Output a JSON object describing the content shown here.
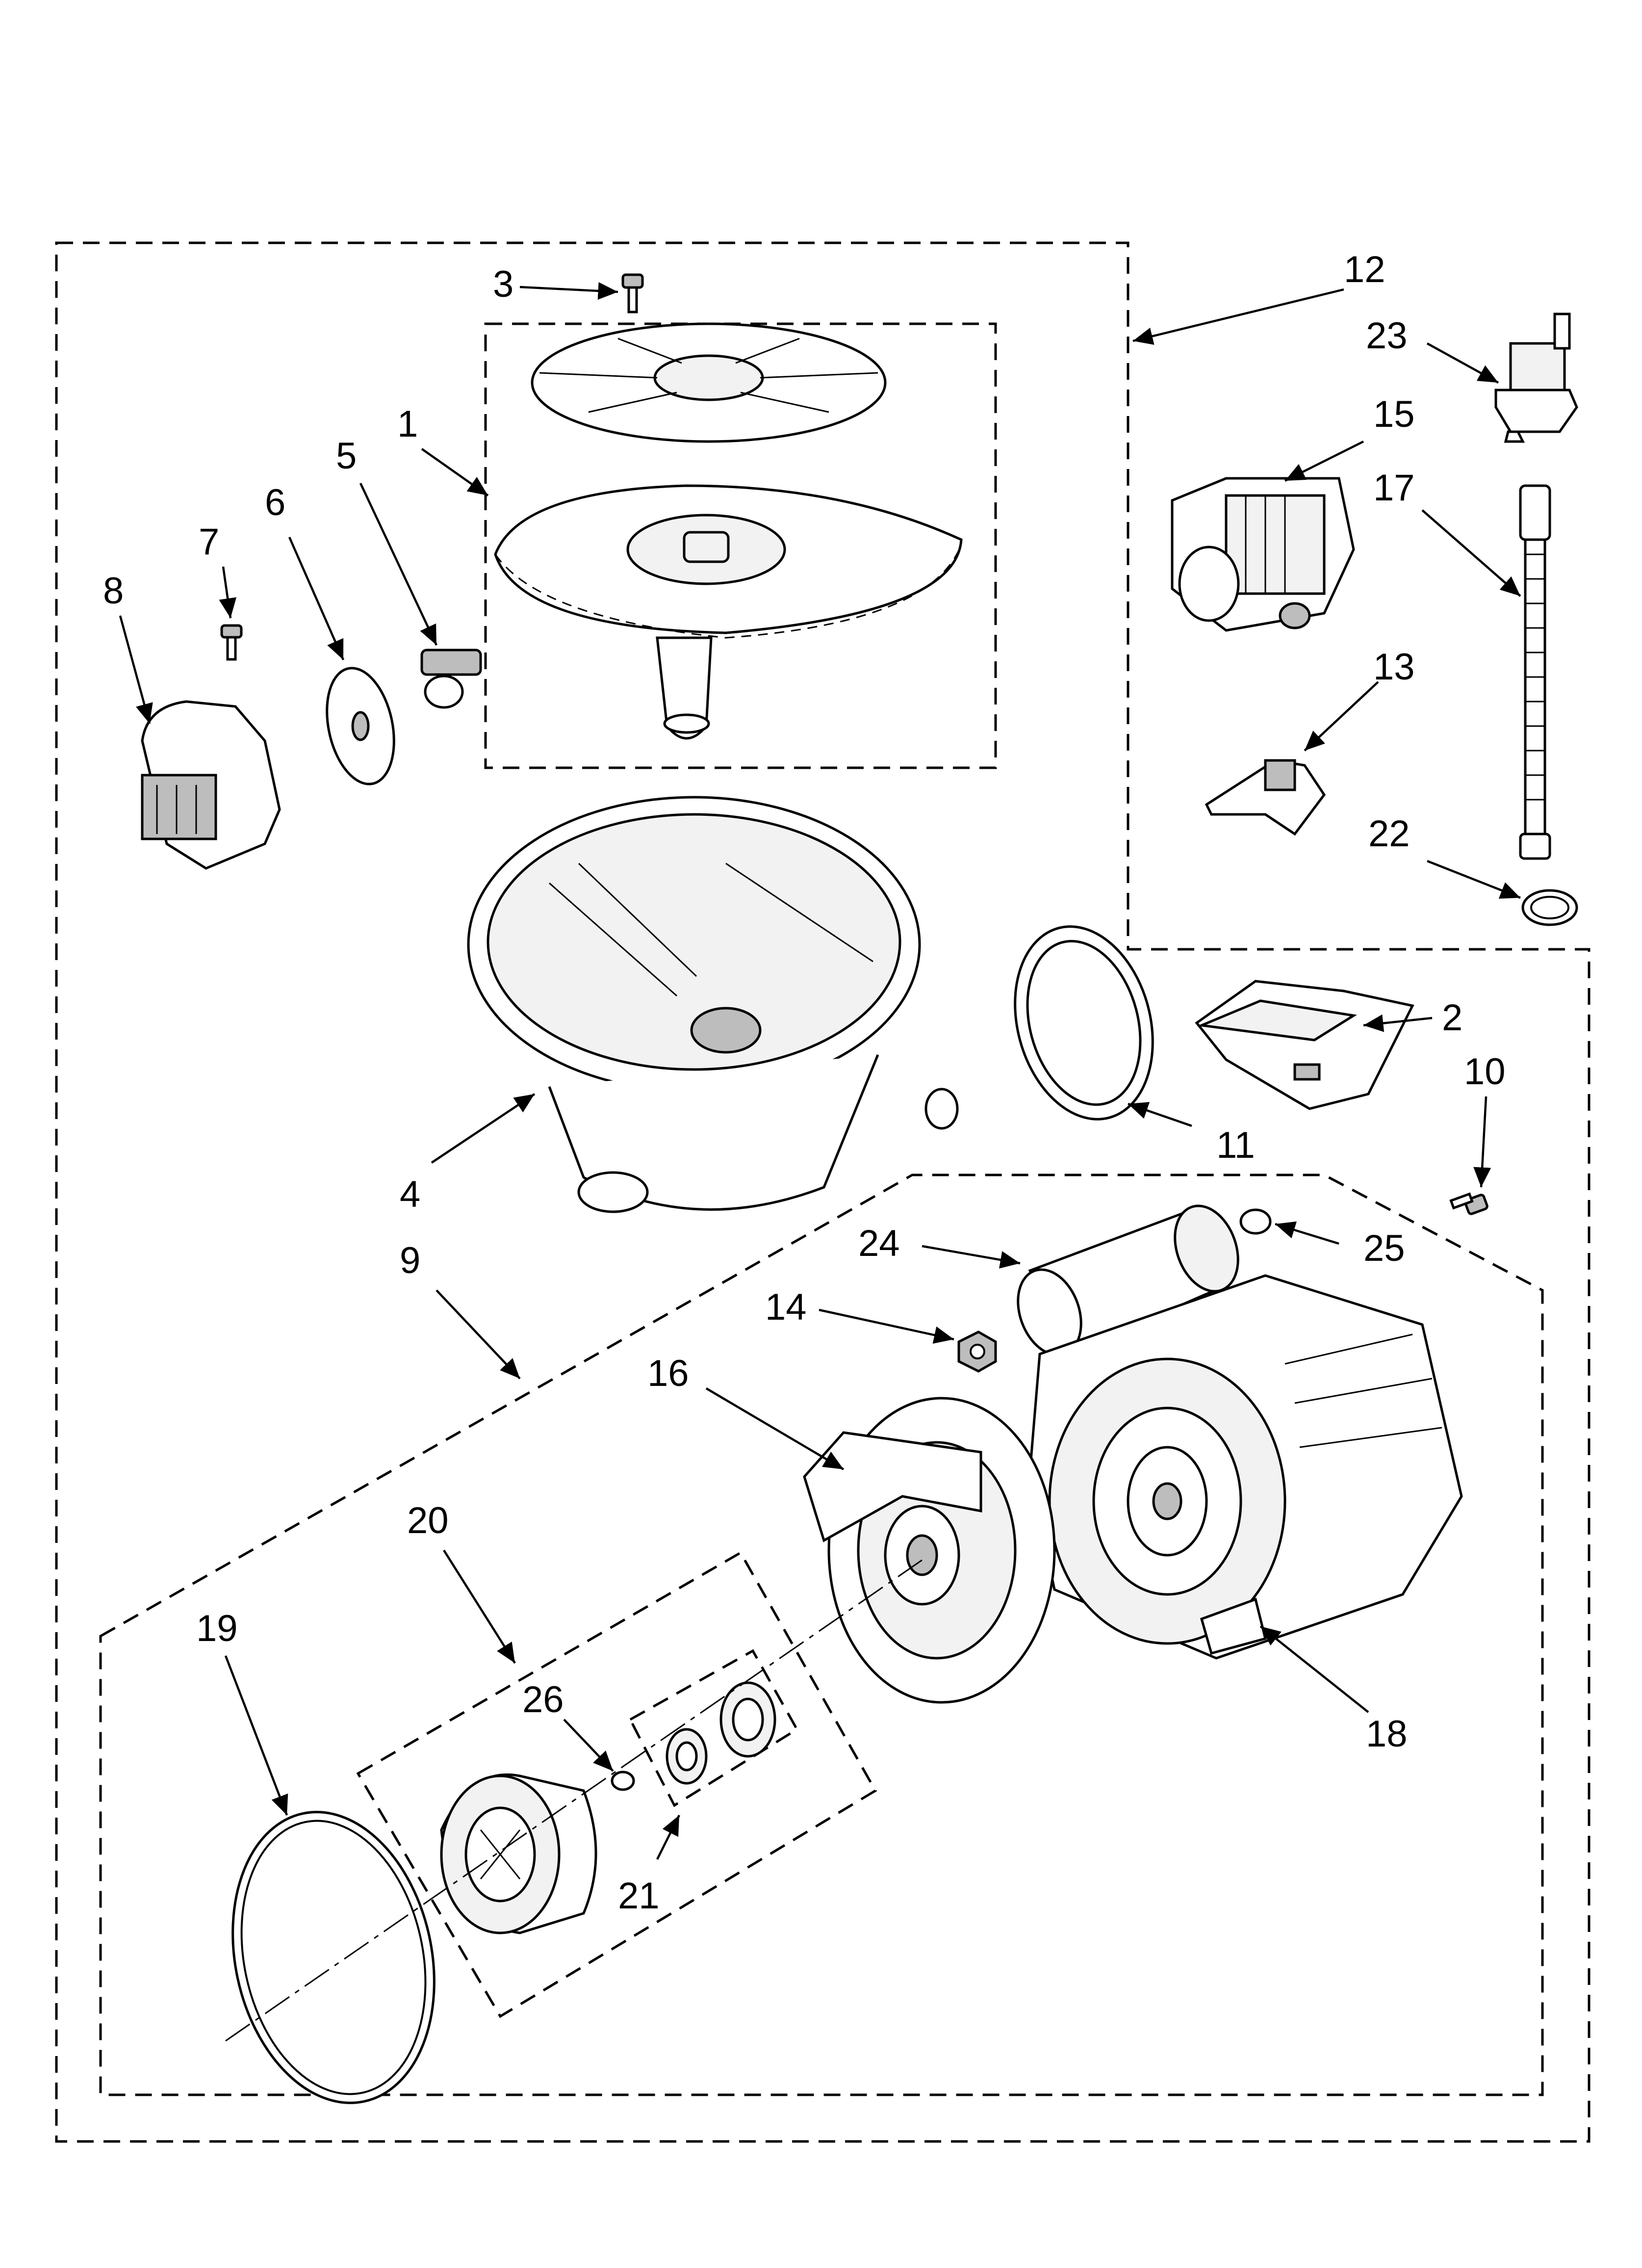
{
  "diagram": {
    "title": "",
    "labels": {
      "p1": "1",
      "p2": "2",
      "p3": "3",
      "p4": "4",
      "p5": "5",
      "p6": "6",
      "p7": "7",
      "p8": "8",
      "p9": "9",
      "p10": "10",
      "p11": "11",
      "p12": "12",
      "p13": "13",
      "p14": "14",
      "p15": "15",
      "p16": "16",
      "p17": "17",
      "p18": "18",
      "p19": "19",
      "p20": "20",
      "p21": "21",
      "p22": "22",
      "p23": "23",
      "p24": "24",
      "p25": "25",
      "p26": "26"
    }
  }
}
